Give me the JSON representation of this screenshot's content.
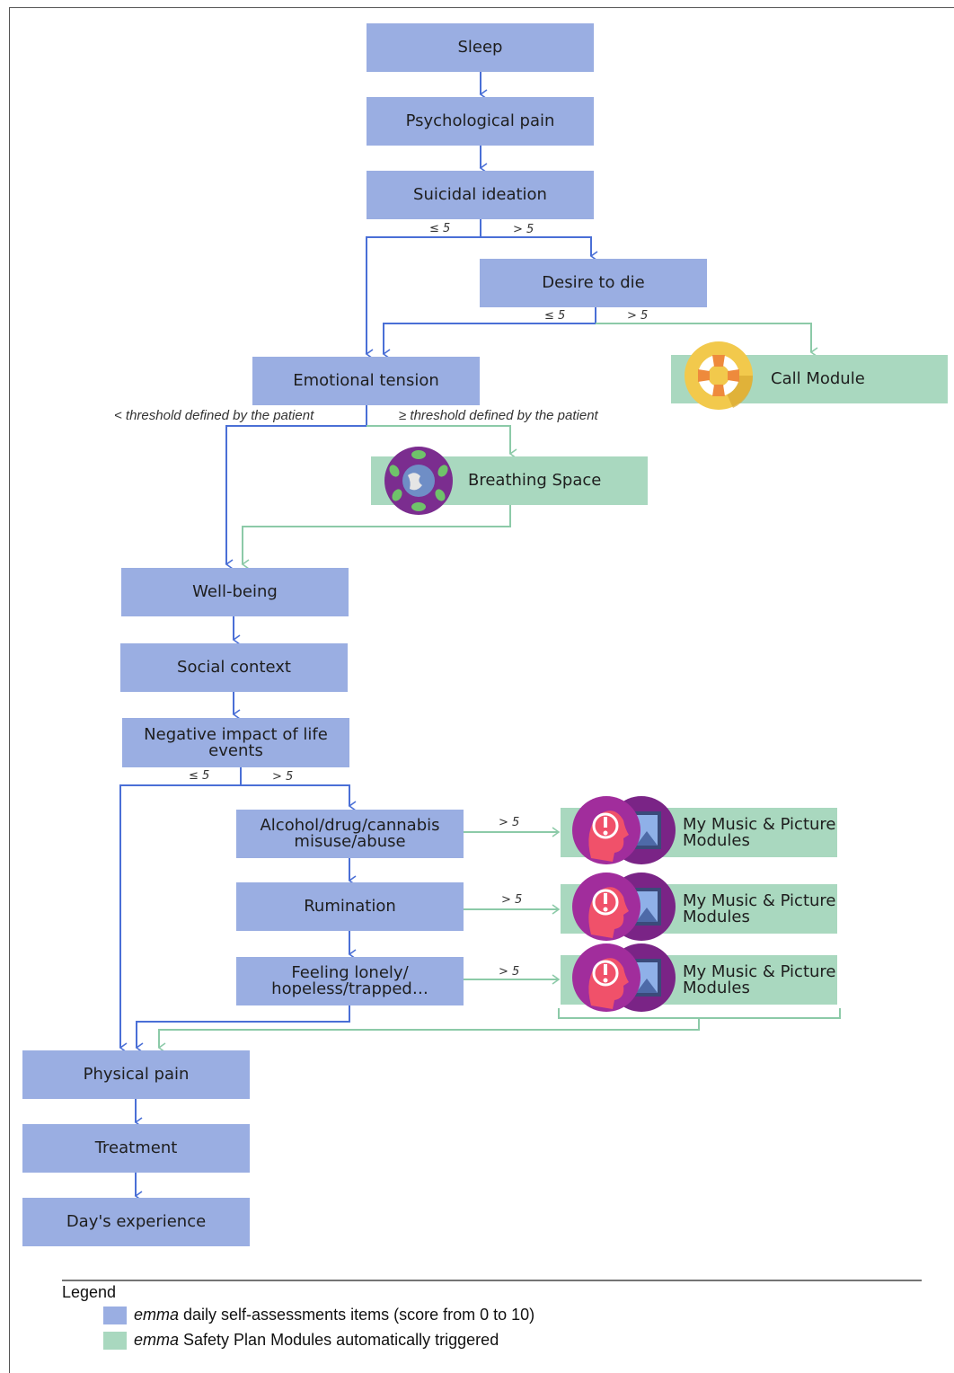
{
  "steps": {
    "sleep": "Sleep",
    "psychological_pain": "Psychological pain",
    "suicidal_ideation": "Suicidal ideation",
    "desire_to_die": "Desire to die",
    "emotional_tension": "Emotional tension",
    "well_being": "Well-being",
    "social_context": "Social context",
    "negative_impact": "Negative impact of  life events",
    "alcohol": "Alcohol/drug/cannabis misuse/abuse",
    "rumination": "Rumination",
    "lonely": "Feeling lonely/ hopeless/trapped…",
    "physical_pain": "Physical pain",
    "treatment": "Treatment",
    "days_experience": "Day's experience"
  },
  "modules": {
    "call": "Call Module",
    "breathing": "Breathing Space",
    "music_1": "My Music & Picture Modules",
    "music_2": "My Music & Picture Modules",
    "music_3": "My Music & Picture Modules"
  },
  "branch_labels": {
    "si_low": "≤ 5",
    "si_high": "> 5",
    "dtd_low": "≤ 5",
    "dtd_high": "> 5",
    "et_low": "< threshold defined by the patient",
    "et_high": "≥ threshold defined by the patient",
    "neg_low": "≤ 5",
    "neg_high": "> 5",
    "alcohol_high": "> 5",
    "rumination_high": "> 5",
    "lonely_high": "> 5"
  },
  "legend": {
    "title": "Legend",
    "item1_em": "emma",
    "item1_text": " daily self-assessments items (score from 0 to 10)",
    "item2_em": "emma",
    "item2_text": " Safety Plan Modules automatically triggered"
  },
  "colors": {
    "assessment": "#9aaee2",
    "safety_module": "#a9d8bf",
    "assessment_arrow": "#4a6fd6",
    "module_arrow": "#8ccaa8"
  }
}
